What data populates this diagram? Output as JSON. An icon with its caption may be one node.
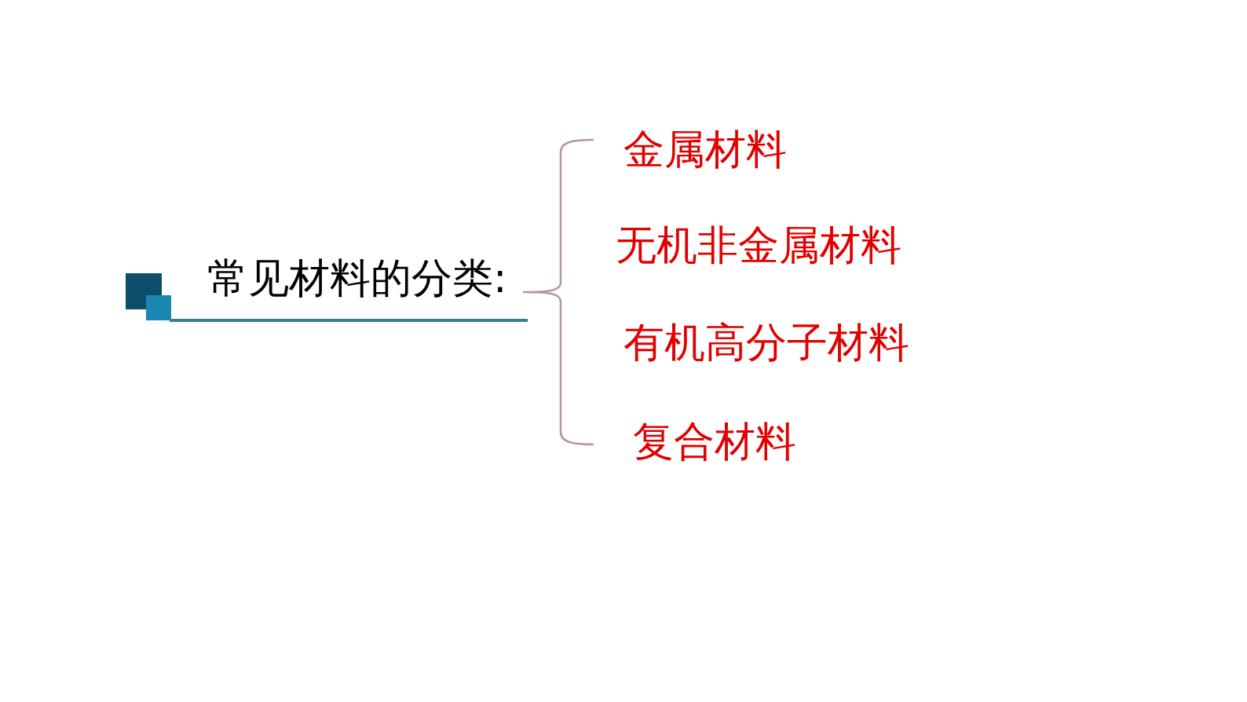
{
  "diagram": {
    "title": "常见材料的分类:",
    "labels": [
      "金属材料",
      "无机非金属材料",
      "有机高分子材料",
      "复合材料"
    ]
  }
}
